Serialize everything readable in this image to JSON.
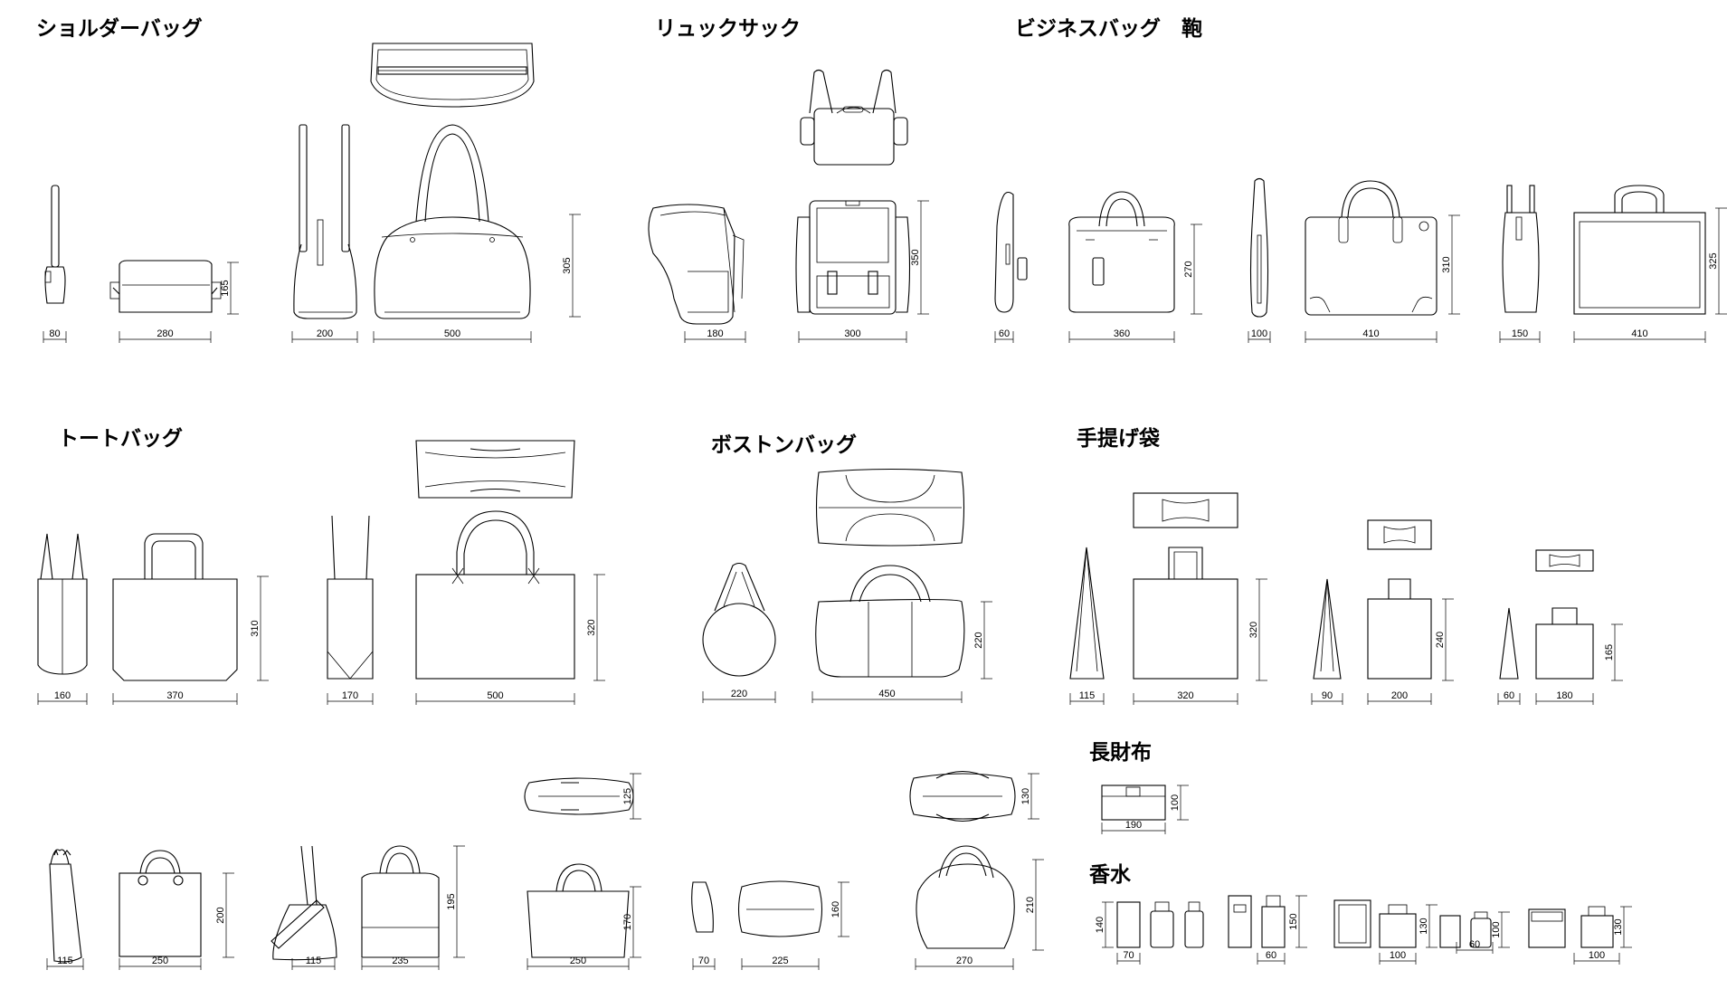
{
  "sections": {
    "shoulder": {
      "title": "ショルダーバッグ",
      "dims": [
        "80",
        "280",
        "165",
        "200",
        "500",
        "305"
      ]
    },
    "rucksack": {
      "title": "リュックサック",
      "dims": [
        "180",
        "300",
        "350"
      ]
    },
    "business": {
      "title": "ビジネスバッグ　鞄",
      "dims": [
        "60",
        "360",
        "270",
        "100",
        "410",
        "310",
        "150",
        "410",
        "325"
      ]
    },
    "tote": {
      "title": "トートバッグ",
      "dims": [
        "160",
        "370",
        "310",
        "170",
        "500",
        "320"
      ]
    },
    "boston": {
      "title": "ボストンバッグ",
      "dims": [
        "220",
        "450",
        "220"
      ]
    },
    "paperbag": {
      "title": "手提げ袋",
      "dims": [
        "115",
        "320",
        "320",
        "90",
        "200",
        "240",
        "60",
        "180",
        "165"
      ]
    },
    "handbags": {
      "dims": [
        "115",
        "250",
        "200",
        "115",
        "235",
        "195",
        "125",
        "250",
        "170",
        "70",
        "225",
        "160",
        "130",
        "270",
        "210"
      ]
    },
    "wallet": {
      "title": "長財布",
      "dims": [
        "190",
        "100"
      ]
    },
    "perfume": {
      "title": "香水",
      "dims": [
        "140",
        "70",
        "150",
        "60",
        "130",
        "100",
        "100",
        "60",
        "130",
        "100"
      ]
    }
  }
}
